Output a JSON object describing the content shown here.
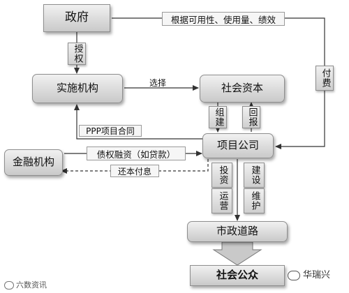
{
  "nodes": {
    "government": "政府",
    "implementing_agency": "实施机构",
    "social_capital": "社会资本",
    "project_company": "项目公司",
    "financial_institution": "金融机构",
    "municipal_road": "市政道路",
    "public": "社会公众"
  },
  "edge_labels": {
    "authorize": "授权",
    "pay_basis": "根据可用性、使用量、绩效",
    "payment": "付费",
    "select": "选择",
    "form": "组建",
    "return": "回报",
    "ppp_contract": "PPP项目合同",
    "debt_financing": "债权融资（如贷款）",
    "repay": "还本付息",
    "invest": "投资",
    "build": "建设",
    "operate": "运营",
    "maintain": "维护"
  },
  "footer": {
    "left_watermark": "六数资讯",
    "right_watermark": "华瑞兴"
  }
}
